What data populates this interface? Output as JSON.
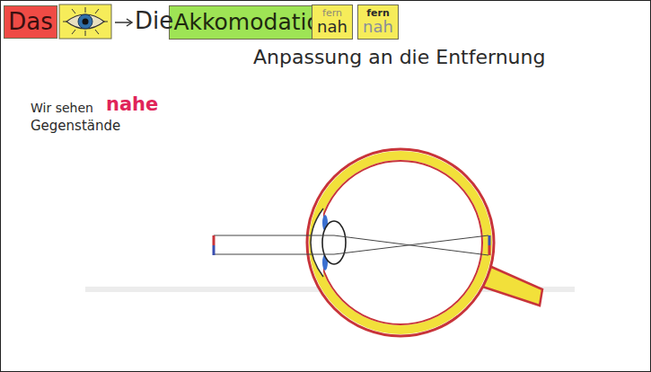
{
  "diagram": {
    "nodes": [
      {
        "text": [
          "Das"
        ]
      },
      {
        "text": [
          "Akkomodation"
        ]
      },
      {
        "text": [
          "fern",
          "nah"
        ]
      },
      {
        "text": [
          "fern",
          "nah"
        ]
      }
    ],
    "labels": [
      "Die",
      "Anpassung an die Entfernung",
      "Wir sehen",
      "nahe",
      "Gegenstände"
    ]
  }
}
